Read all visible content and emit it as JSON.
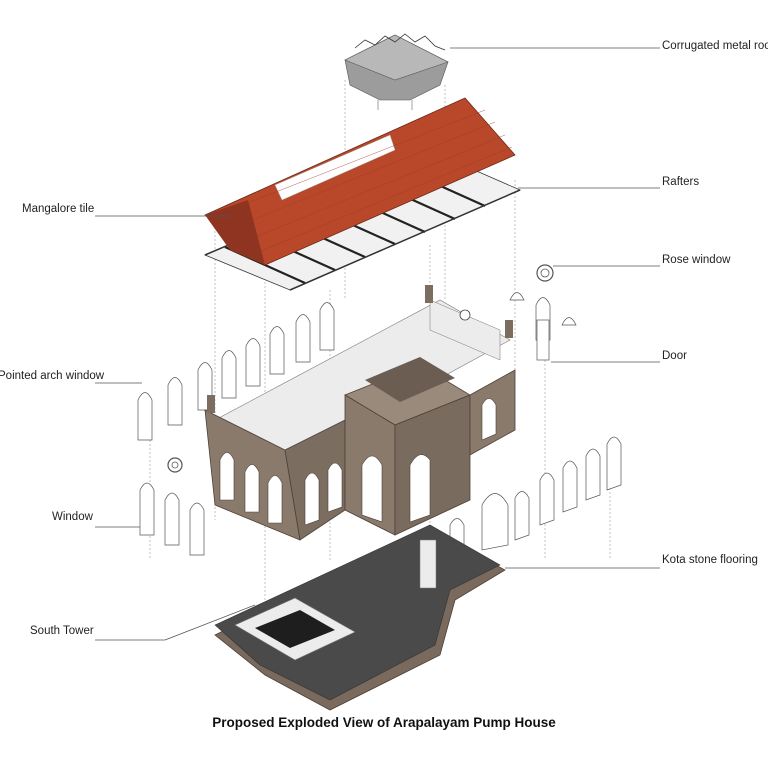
{
  "title": "Proposed Exploded View of Arapalayam Pump House",
  "labels": {
    "corrugated_roof": "Corrugated metal roof",
    "rafters": "Rafters",
    "rose_window": "Rose window",
    "door": "Door",
    "mangalore_tile": "Mangalore tile",
    "pointed_arch_window": "Pointed arch window",
    "window": "Window",
    "kota_flooring": "Kota stone flooring",
    "south_tower": "South Tower"
  },
  "colors": {
    "tile": "#b9482a",
    "tile_dark": "#8e3420",
    "stone": "#8a7a6c",
    "stone_dark": "#6b5d51",
    "floor": "#4a4a4a",
    "floor_edge": "#7a6a5e",
    "interior": "#ececec",
    "window_frame": "#d8d8d8"
  }
}
